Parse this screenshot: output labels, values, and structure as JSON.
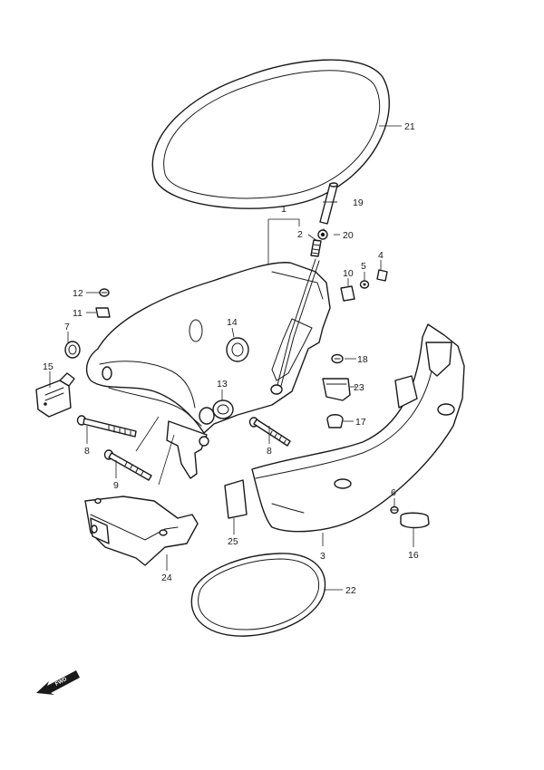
{
  "diagram": {
    "callouts": [
      {
        "id": "1",
        "text": "1"
      },
      {
        "id": "2",
        "text": "2"
      },
      {
        "id": "3",
        "text": "3"
      },
      {
        "id": "4",
        "text": "4"
      },
      {
        "id": "5",
        "text": "5"
      },
      {
        "id": "6",
        "text": "6"
      },
      {
        "id": "7",
        "text": "7"
      },
      {
        "id": "8a",
        "text": "8"
      },
      {
        "id": "8b",
        "text": "8"
      },
      {
        "id": "9",
        "text": "9"
      },
      {
        "id": "10",
        "text": "10"
      },
      {
        "id": "11",
        "text": "11"
      },
      {
        "id": "12",
        "text": "12"
      },
      {
        "id": "13",
        "text": "13"
      },
      {
        "id": "14",
        "text": "14"
      },
      {
        "id": "15",
        "text": "15"
      },
      {
        "id": "16",
        "text": "16"
      },
      {
        "id": "17",
        "text": "17"
      },
      {
        "id": "18",
        "text": "18"
      },
      {
        "id": "19",
        "text": "19"
      },
      {
        "id": "20",
        "text": "20"
      },
      {
        "id": "21",
        "text": "21"
      },
      {
        "id": "22",
        "text": "22"
      },
      {
        "id": "23",
        "text": "23"
      },
      {
        "id": "24",
        "text": "24"
      },
      {
        "id": "25",
        "text": "25"
      }
    ],
    "direction_mark": {
      "text": "FWD",
      "icon": "forward-arrow-icon"
    }
  }
}
